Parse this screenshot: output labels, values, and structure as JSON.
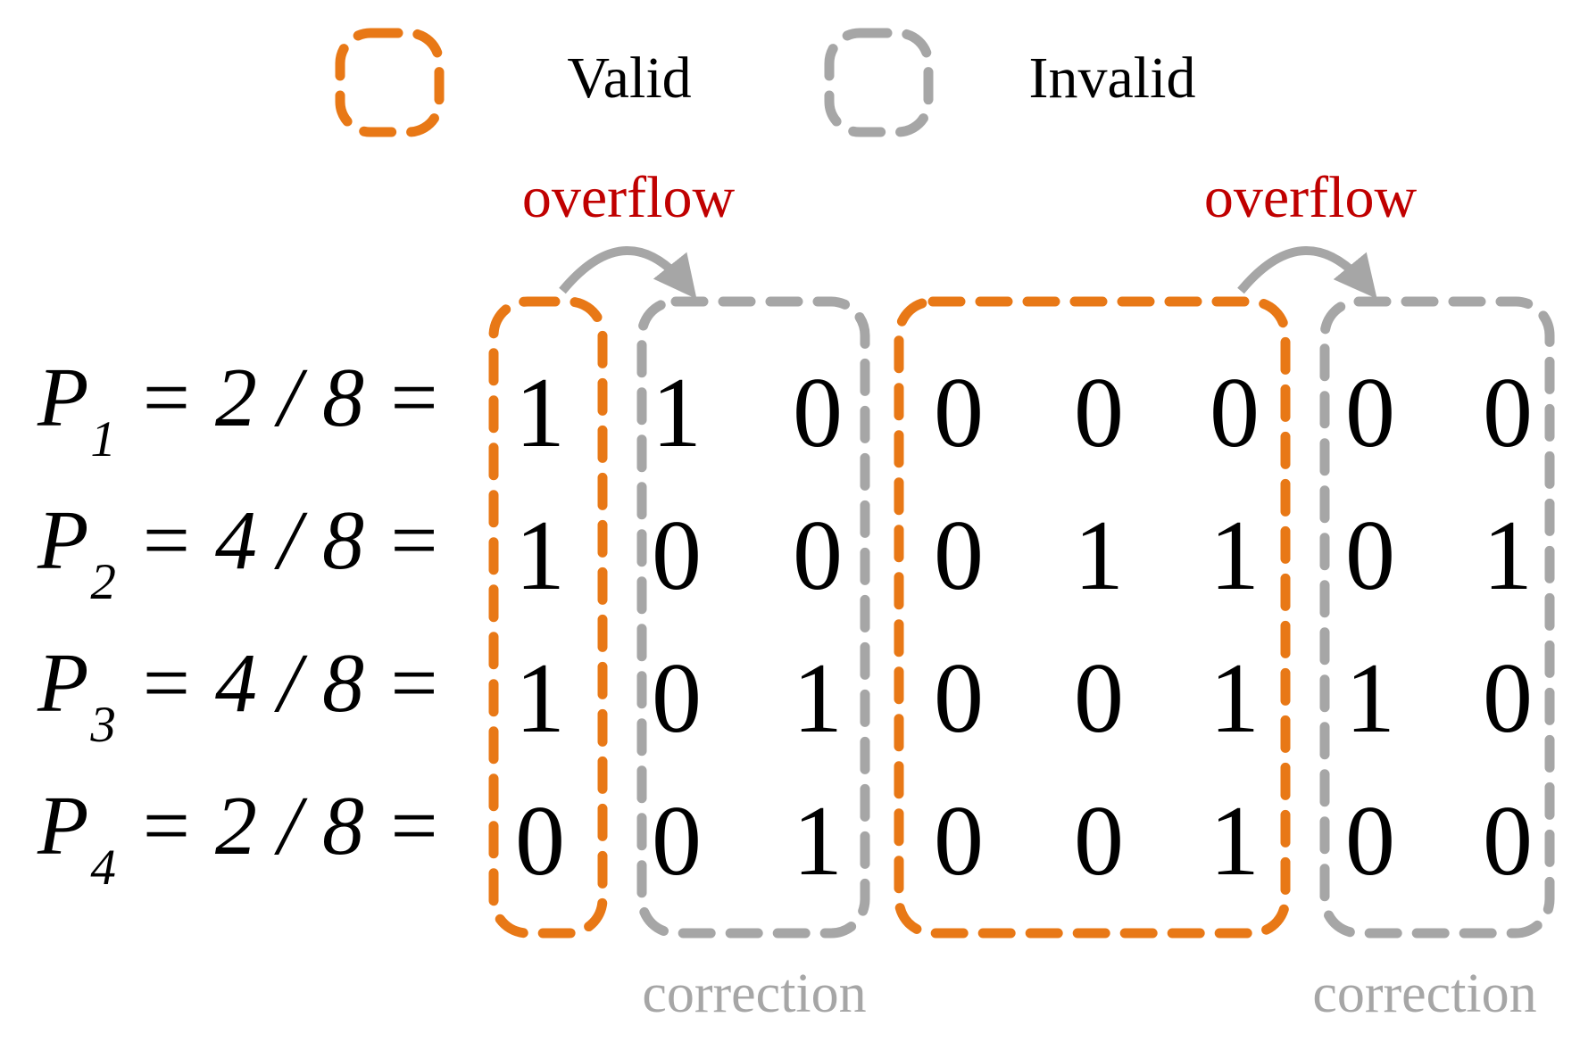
{
  "colors": {
    "background": "#ffffff",
    "valid": "#e87816",
    "invalid": "#a6a6a6",
    "overflow": "#c00000",
    "digit": "#000000"
  },
  "legend": {
    "valid_label": "Valid",
    "invalid_label": "Invalid"
  },
  "annotations": {
    "overflow_left": "overflow",
    "overflow_right": "overflow",
    "correction_left": "correction",
    "correction_right": "correction"
  },
  "rows": [
    {
      "var": "P",
      "sub": "1",
      "equation": "= 2 / 8 =",
      "bits": [
        "1",
        "1",
        "0",
        "0",
        "0",
        "0",
        "0",
        "0"
      ]
    },
    {
      "var": "P",
      "sub": "2",
      "equation": "= 4 / 8 =",
      "bits": [
        "1",
        "0",
        "0",
        "0",
        "1",
        "1",
        "0",
        "1"
      ]
    },
    {
      "var": "P",
      "sub": "3",
      "equation": "= 4 / 8 =",
      "bits": [
        "1",
        "0",
        "1",
        "0",
        "0",
        "1",
        "1",
        "0"
      ]
    },
    {
      "var": "P",
      "sub": "4",
      "equation": "= 2 / 8 =",
      "bits": [
        "0",
        "0",
        "1",
        "0",
        "0",
        "1",
        "0",
        "0"
      ]
    }
  ],
  "column_groups": [
    {
      "label": "valid-msb-column",
      "type": "valid",
      "columns": [
        1
      ]
    },
    {
      "label": "invalid-column-pair-1",
      "type": "invalid",
      "columns": [
        2,
        3
      ]
    },
    {
      "label": "valid-middle-columns",
      "type": "valid",
      "columns": [
        4,
        5,
        6
      ]
    },
    {
      "label": "invalid-column-pair-2",
      "type": "invalid",
      "columns": [
        7,
        8
      ]
    }
  ]
}
